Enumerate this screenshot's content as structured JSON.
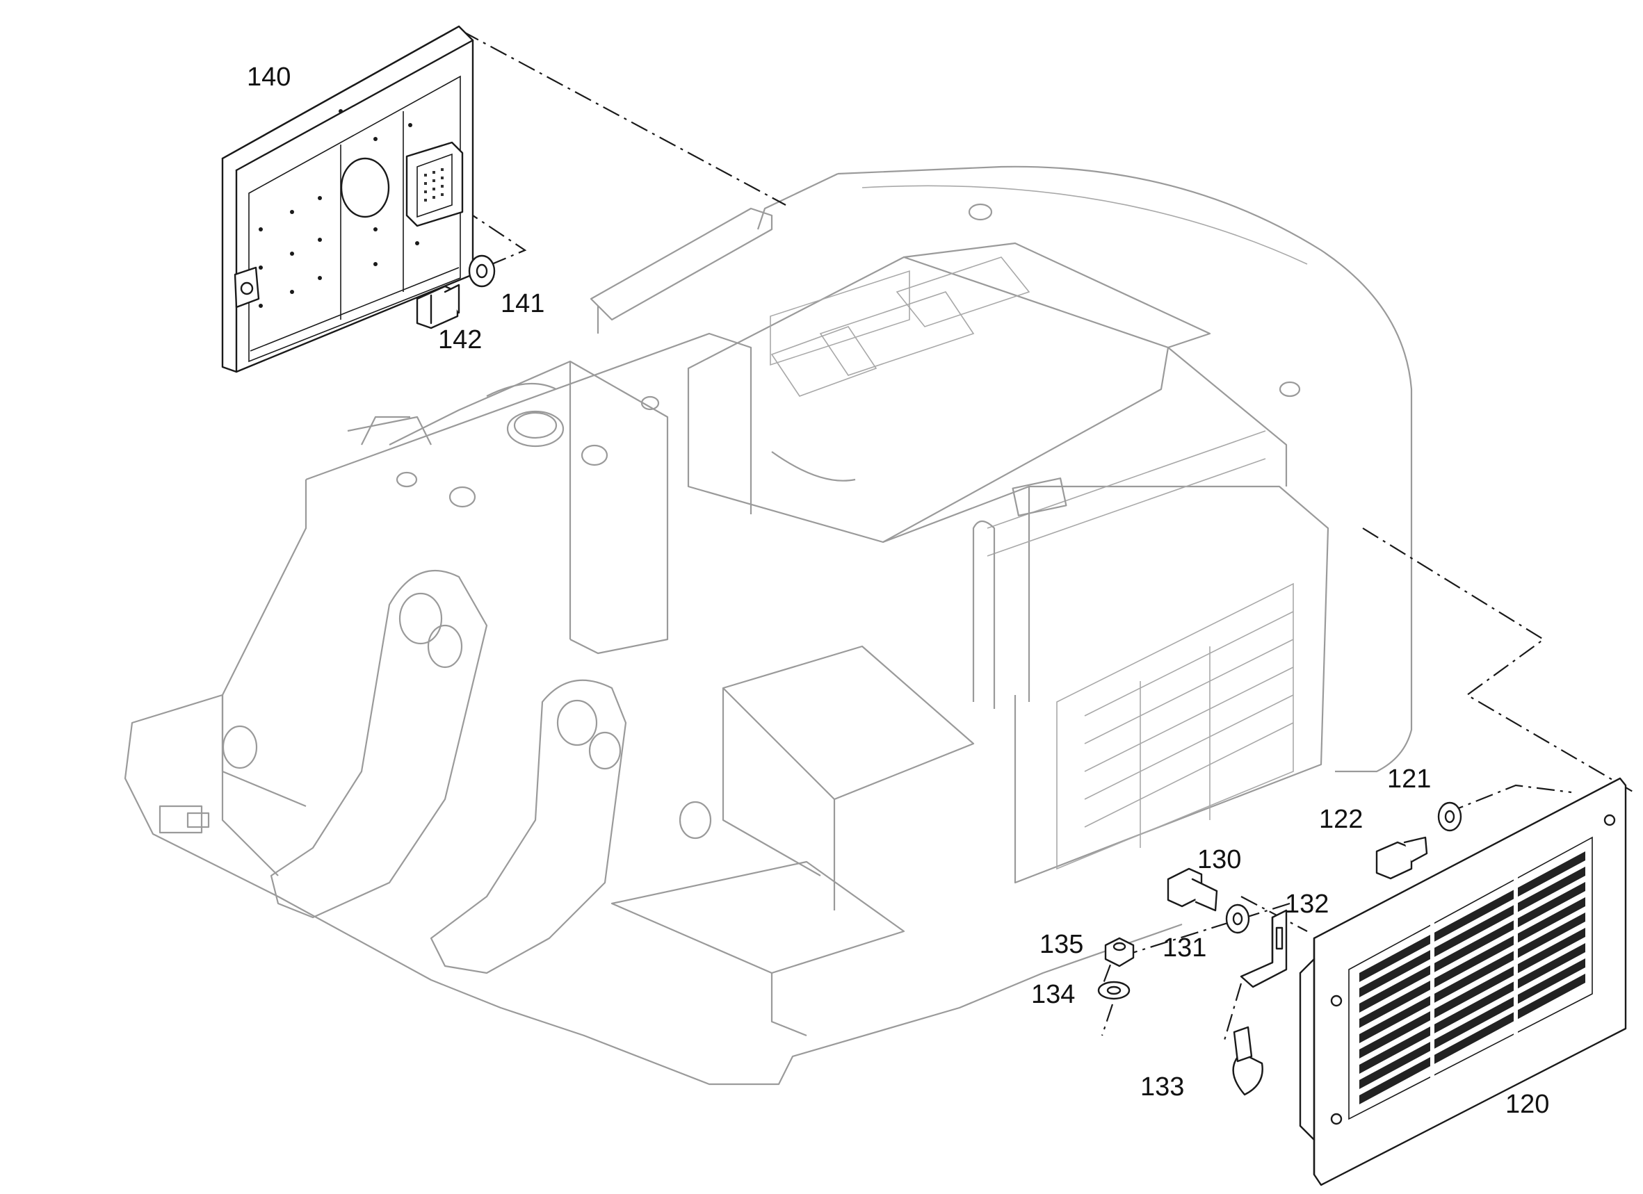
{
  "diagram": {
    "callouts": [
      {
        "id": "140",
        "label": "140"
      },
      {
        "id": "141",
        "label": "141"
      },
      {
        "id": "142",
        "label": "142"
      },
      {
        "id": "121",
        "label": "121"
      },
      {
        "id": "122",
        "label": "122"
      },
      {
        "id": "130",
        "label": "130"
      },
      {
        "id": "131",
        "label": "131"
      },
      {
        "id": "132",
        "label": "132"
      },
      {
        "id": "133",
        "label": "133"
      },
      {
        "id": "134",
        "label": "134"
      },
      {
        "id": "135",
        "label": "135"
      },
      {
        "id": "120",
        "label": "120"
      }
    ],
    "colors": {
      "line": "#1a1a1a",
      "frame": "#9a9a9a",
      "background": "#ffffff"
    }
  }
}
